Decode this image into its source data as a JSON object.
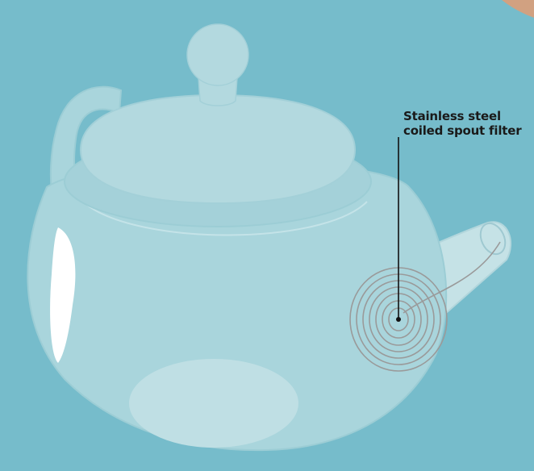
{
  "callout": {
    "line1": "Stainless steel",
    "line2": "coiled spout filter"
  },
  "colors": {
    "background": "#76bccb",
    "teapot_body": "#a9d5dc",
    "teapot_shadow": "#9ccdd5",
    "lid": "#b3d9df",
    "highlight": "#ffffff",
    "label_text": "#1a1a1a",
    "leader_line": "#111111",
    "corner_accent": "#e89a6e"
  },
  "icons": [
    "teapot-illustration",
    "coiled-filter-icon"
  ]
}
